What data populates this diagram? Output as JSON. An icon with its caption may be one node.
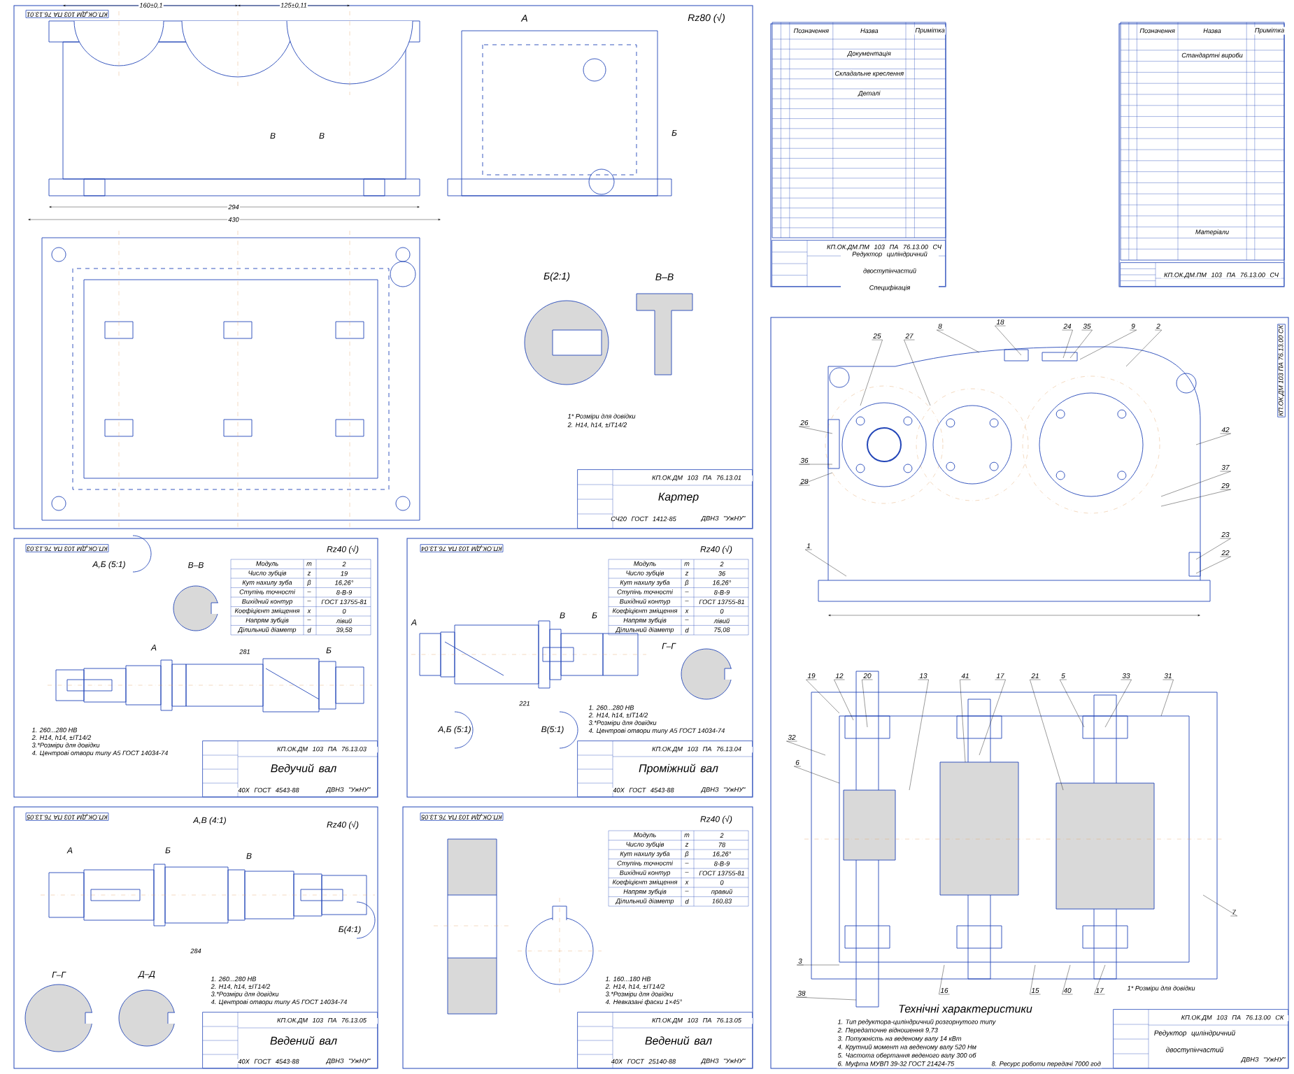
{
  "diagram": {
    "nodes": [
      {
        "text": [
          "КП.ОК.ДМ 103 ПА 76.13.01",
          "Картер",
          "СЧ20 ГОСТ 1412-85",
          "ДВНЗ \"УжНУ\""
        ]
      },
      {
        "text": [
          "КП.ОК.ДМ.ПМ 103 ПА 76.13.00 СЧ",
          "Редуктор циліндричний двоступінчастий Специфікація"
        ]
      },
      {
        "text": [
          "КП.ОК.ДМ.ПМ 103 ПА 76.13.00 СЧ"
        ]
      },
      {
        "text": [
          "КП.ОК.ДМ 103 ПА 76.13.00 СК",
          "Редуктор циліндричний двоступінчастий",
          "ДВНЗ \"УжНУ\""
        ]
      },
      {
        "text": [
          "КП.ОК.ДМ 103 ПА 76.13.03",
          "Ведучий вал",
          "40Х ГОСТ 4543-88",
          "ДВНЗ \"УжНУ\""
        ]
      },
      {
        "text": [
          "КП.ОК.ДМ 103 ПА 76.13.04",
          "Проміжний вал",
          "40Х ГОСТ 4543-88",
          "ДВНЗ \"УжНУ\""
        ]
      },
      {
        "text": [
          "КП.ОК.ДМ 103 ПА 76.13.05",
          "Ведений вал",
          "40Х ГОСТ 4543-88",
          "ДВНЗ \"УжНУ\""
        ]
      },
      {
        "text": [
          "КП.ОК.ДМ 103 ПА 76.13.05",
          "Ведений вал",
          "40Х ГОСТ 25140-88",
          "ДВНЗ \"УжНУ\""
        ]
      },
      {
        "text": [
          "25"
        ]
      },
      {
        "text": [
          "27"
        ]
      },
      {
        "text": [
          "8"
        ]
      },
      {
        "text": [
          "18"
        ]
      },
      {
        "text": [
          "24"
        ]
      },
      {
        "text": [
          "35"
        ]
      },
      {
        "text": [
          "9"
        ]
      },
      {
        "text": [
          "2"
        ]
      },
      {
        "text": [
          "26"
        ]
      },
      {
        "text": [
          "36"
        ]
      },
      {
        "text": [
          "28"
        ]
      },
      {
        "text": [
          "1"
        ]
      },
      {
        "text": [
          "42"
        ]
      },
      {
        "text": [
          "37"
        ]
      },
      {
        "text": [
          "29"
        ]
      },
      {
        "text": [
          "23"
        ]
      },
      {
        "text": [
          "22"
        ]
      },
      {
        "text": [
          "19"
        ]
      },
      {
        "text": [
          "12"
        ]
      },
      {
        "text": [
          "20"
        ]
      },
      {
        "text": [
          "13"
        ]
      },
      {
        "text": [
          "41"
        ]
      },
      {
        "text": [
          "17"
        ]
      },
      {
        "text": [
          "21"
        ]
      },
      {
        "text": [
          "5"
        ]
      },
      {
        "text": [
          "33"
        ]
      },
      {
        "text": [
          "31"
        ]
      },
      {
        "text": [
          "32"
        ]
      },
      {
        "text": [
          "6"
        ]
      },
      {
        "text": [
          "3"
        ]
      },
      {
        "text": [
          "38"
        ]
      },
      {
        "text": [
          "16"
        ]
      },
      {
        "text": [
          "15"
        ]
      },
      {
        "text": [
          "40"
        ]
      },
      {
        "text": [
          "17"
        ]
      },
      {
        "text": [
          "7"
        ]
      },
      {
        "text": [],
        "shape": "picture"
      },
      {
        "text": [],
        "shape": "picture"
      }
    ],
    "edges": [
      {
        "from": 8,
        "to": 44,
        "arrow": "none"
      },
      {
        "from": 9,
        "to": 44,
        "arrow": "none"
      },
      {
        "from": 10,
        "to": 44,
        "arrow": "none"
      },
      {
        "from": 11,
        "to": 44,
        "arrow": "none"
      },
      {
        "from": 12,
        "to": 44,
        "arrow": "none"
      },
      {
        "from": 13,
        "to": 44,
        "arrow": "none"
      },
      {
        "from": 14,
        "to": 44,
        "arrow": "none"
      },
      {
        "from": 15,
        "to": 44,
        "arrow": "none"
      },
      {
        "from": 16,
        "to": 44,
        "arrow": "none"
      },
      {
        "from": 17,
        "to": 44,
        "arrow": "none"
      },
      {
        "from": 18,
        "to": 44,
        "arrow": "none"
      },
      {
        "from": 19,
        "to": 44,
        "arrow": "none"
      },
      {
        "from": 20,
        "to": 44,
        "arrow": "none"
      },
      {
        "from": 21,
        "to": 44,
        "arrow": "none"
      },
      {
        "from": 22,
        "to": 44,
        "arrow": "none"
      },
      {
        "from": 23,
        "to": 44,
        "arrow": "none"
      },
      {
        "from": 24,
        "to": 44,
        "arrow": "none"
      },
      {
        "from": 25,
        "to": 45,
        "arrow": "none"
      },
      {
        "from": 26,
        "to": 45,
        "arrow": "none"
      },
      {
        "from": 27,
        "to": 45,
        "arrow": "none"
      },
      {
        "from": 28,
        "to": 45,
        "arrow": "none"
      },
      {
        "from": 29,
        "to": 45,
        "arrow": "none"
      },
      {
        "from": 30,
        "to": 45,
        "arrow": "none"
      },
      {
        "from": 31,
        "to": 45,
        "arrow": "none"
      },
      {
        "from": 32,
        "to": 45,
        "arrow": "none"
      },
      {
        "from": 33,
        "to": 45,
        "arrow": "none"
      },
      {
        "from": 34,
        "to": 45,
        "arrow": "none"
      },
      {
        "from": 35,
        "to": 45,
        "arrow": "none"
      },
      {
        "from": 36,
        "to": 45,
        "arrow": "none"
      },
      {
        "from": 37,
        "to": 45,
        "arrow": "none"
      },
      {
        "from": 38,
        "to": 45,
        "arrow": "none"
      },
      {
        "from": 39,
        "to": 45,
        "arrow": "none"
      },
      {
        "from": 40,
        "to": 45,
        "arrow": "none"
      },
      {
        "from": 41,
        "to": 45,
        "arrow": "none"
      },
      {
        "from": 42,
        "to": 45,
        "arrow": "none"
      },
      {
        "from": 43,
        "to": 45,
        "arrow": "none"
      }
    ],
    "labels": [
      "КП.ОК.ДМ 103 ПА 76.13.01",
      "А",
      "Rz80 (√)",
      "Б",
      "В",
      "В",
      "Б(2:1)",
      "В–В",
      "1* Розміри для довідки",
      "2. Н14, h14, ±IT14/2",
      "430",
      "294",
      "160±0,1",
      "125±0,11",
      "Позначення",
      "Назва",
      "Примітка",
      "Документація",
      "Складальне креслення",
      "Деталі",
      "Позначення",
      "Назва",
      "Примітка",
      "Стандартні вироби",
      "Матеріали",
      "КП.ОК.ДМ 103 ПА 76.13.00 СК",
      "1* Розміри для довідки",
      "Технічні характеристики",
      "1. Тип редуктора-циліндричний розгорнутого типу",
      "2. Передаточне відношення 9,73",
      "3. Потужність на веденому валу 14 кВт",
      "4. Крутний момент на веденому валу 520 Нм",
      "5. Частота обертання веденого валу 300 об",
      "6. Муфта МУВП 39-32 ГОСТ 21424-75",
      "8. Ресурс роботи передачі 7000 год",
      "КП.ОК.ДМ 103 ПА 76.13.03",
      "А,Б (5:1)",
      "В–В",
      "Rz40 (√)",
      "А",
      "281",
      "Б",
      "1. 260...280 НВ",
      "2. Н14, h14, ±IT14/2",
      "3.*Розміри для довідки",
      "4. Центрові отвори типу А5 ГОСТ 14034-74",
      "Модуль",
      "m",
      "2",
      "Число зубців",
      "z",
      "19",
      "Кут нахилу зуба",
      "β",
      "16,26°",
      "Ступінь точності",
      "–",
      "8-В-9",
      "Вихідний контур",
      "–",
      "ГОСТ 13755-81",
      "Коефіцієнт зміщення",
      "x",
      "0",
      "Напрям зубців",
      "–",
      "лівий",
      "Ділильний діаметр",
      "d",
      "39,58",
      "КП.ОК.ДМ 103 ПА 76.13.04",
      "Rz40 (√)",
      "А",
      "В",
      "Б",
      "Г–Г",
      "А,Б (5:1)",
      "В(5:1)",
      "221",
      "1. 260...280 НВ",
      "2. Н14, h14, ±IT14/2",
      "3.*Розміри для довідки",
      "4. Центрові отвори типу А5 ГОСТ 14034-74",
      "Модуль",
      "m",
      "2",
      "Число зубців",
      "z",
      "36",
      "Кут нахилу зуба",
      "β",
      "16,26°",
      "Ступінь точності",
      "–",
      "8-В-9",
      "Вихідний контур",
      "–",
      "ГОСТ 13755-81",
      "Коефіцієнт зміщення",
      "x",
      "0",
      "Напрям зубців",
      "–",
      "лівий",
      "Ділильний діаметр",
      "d",
      "75,08",
      "КП.ОК.ДМ 103 ПА 76.13.05",
      "А,В (4:1)",
      "Rz40 (√)",
      "А",
      "Б",
      "В",
      "284",
      "Г–Г",
      "Д–Д",
      "Б(4:1)",
      "1. 260...280 НВ",
      "2. Н14, h14, ±IT14/2",
      "3.*Розміри для довідки",
      "4. Центрові отвори типу А5 ГОСТ 14034-74",
      "КП.ОК.ДМ 103 ПА 76.13.05",
      "Rz40 (√)",
      "1. 160...180 НВ",
      "2. Н14, h14, ±IT14/2",
      "3.*Розміри для довідки",
      "4. Невказані фаски 1×45°",
      "Модуль",
      "m",
      "2",
      "Число зубців",
      "z",
      "78",
      "Кут нахилу зуба",
      "β",
      "16,26°",
      "Ступінь точності",
      "–",
      "8-В-9",
      "Вихідний контур",
      "–",
      "ГОСТ 13755-81",
      "Коефіцієнт зміщення",
      "x",
      "0",
      "Напрям зубців",
      "–",
      "правий",
      "Ділильний діаметр",
      "d",
      "160,83"
    ]
  }
}
